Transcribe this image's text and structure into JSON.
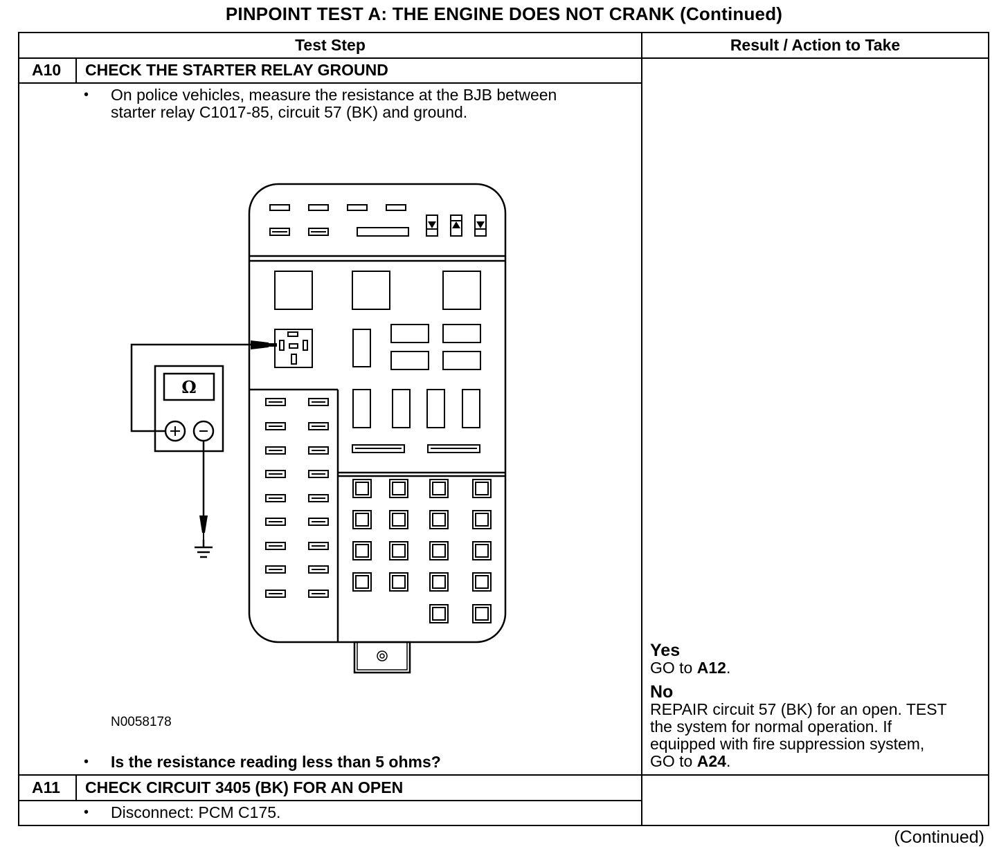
{
  "title": "PINPOINT TEST  A: THE ENGINE DOES NOT CRANK (Continued)",
  "columns": {
    "test_step": "Test Step",
    "result": "Result / Action to Take"
  },
  "steps": [
    {
      "id": "A10",
      "heading": "CHECK THE STARTER RELAY GROUND",
      "instruction_1a": "On police vehicles, measure the resistance at the BJB between",
      "instruction_1b": "starter relay C1017-85, circuit 57 (BK) and ground.",
      "figure_id": "N0058178",
      "meter_symbol": "Ω",
      "question": "Is the resistance reading less than 5 ohms?",
      "result": {
        "yes_label": "Yes",
        "yes_prefix": "GO to ",
        "yes_target": "A12",
        "yes_suffix": ".",
        "no_label": "No",
        "no_line1": "REPAIR circuit 57 (BK) for an open. TEST",
        "no_line2": "the system for normal operation. If",
        "no_line3": "equipped with fire suppression system,",
        "no_prefix": "GO to ",
        "no_target": "A24",
        "no_suffix": "."
      }
    },
    {
      "id": "A11",
      "heading": "CHECK CIRCUIT 3405 (BK) FOR AN OPEN",
      "instruction_1": "Disconnect: PCM C175."
    }
  ],
  "bullet_char": "•",
  "continued": "(Continued)"
}
